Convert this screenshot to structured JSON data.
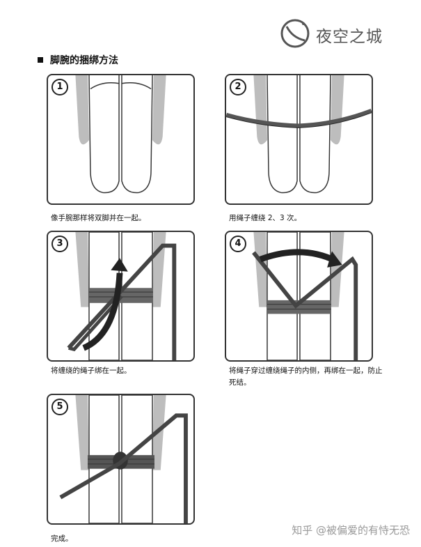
{
  "logo": {
    "text": "夜空之城"
  },
  "heading": "脚腕的捆绑方法",
  "steps": [
    {
      "num": "1",
      "caption": "像手腕那样将双脚并在一起。"
    },
    {
      "num": "2",
      "caption": "用绳子缠绕 2、3 次。"
    },
    {
      "num": "3",
      "caption": "将缠绕的绳子绑在一起。"
    },
    {
      "num": "4",
      "caption": "将绳子穿过缠绕绳子的内侧，再绑在一起，防止死结。"
    },
    {
      "num": "5",
      "caption": "完成。"
    }
  ],
  "footer": "知乎 @被偏爱的有恃无恐"
}
